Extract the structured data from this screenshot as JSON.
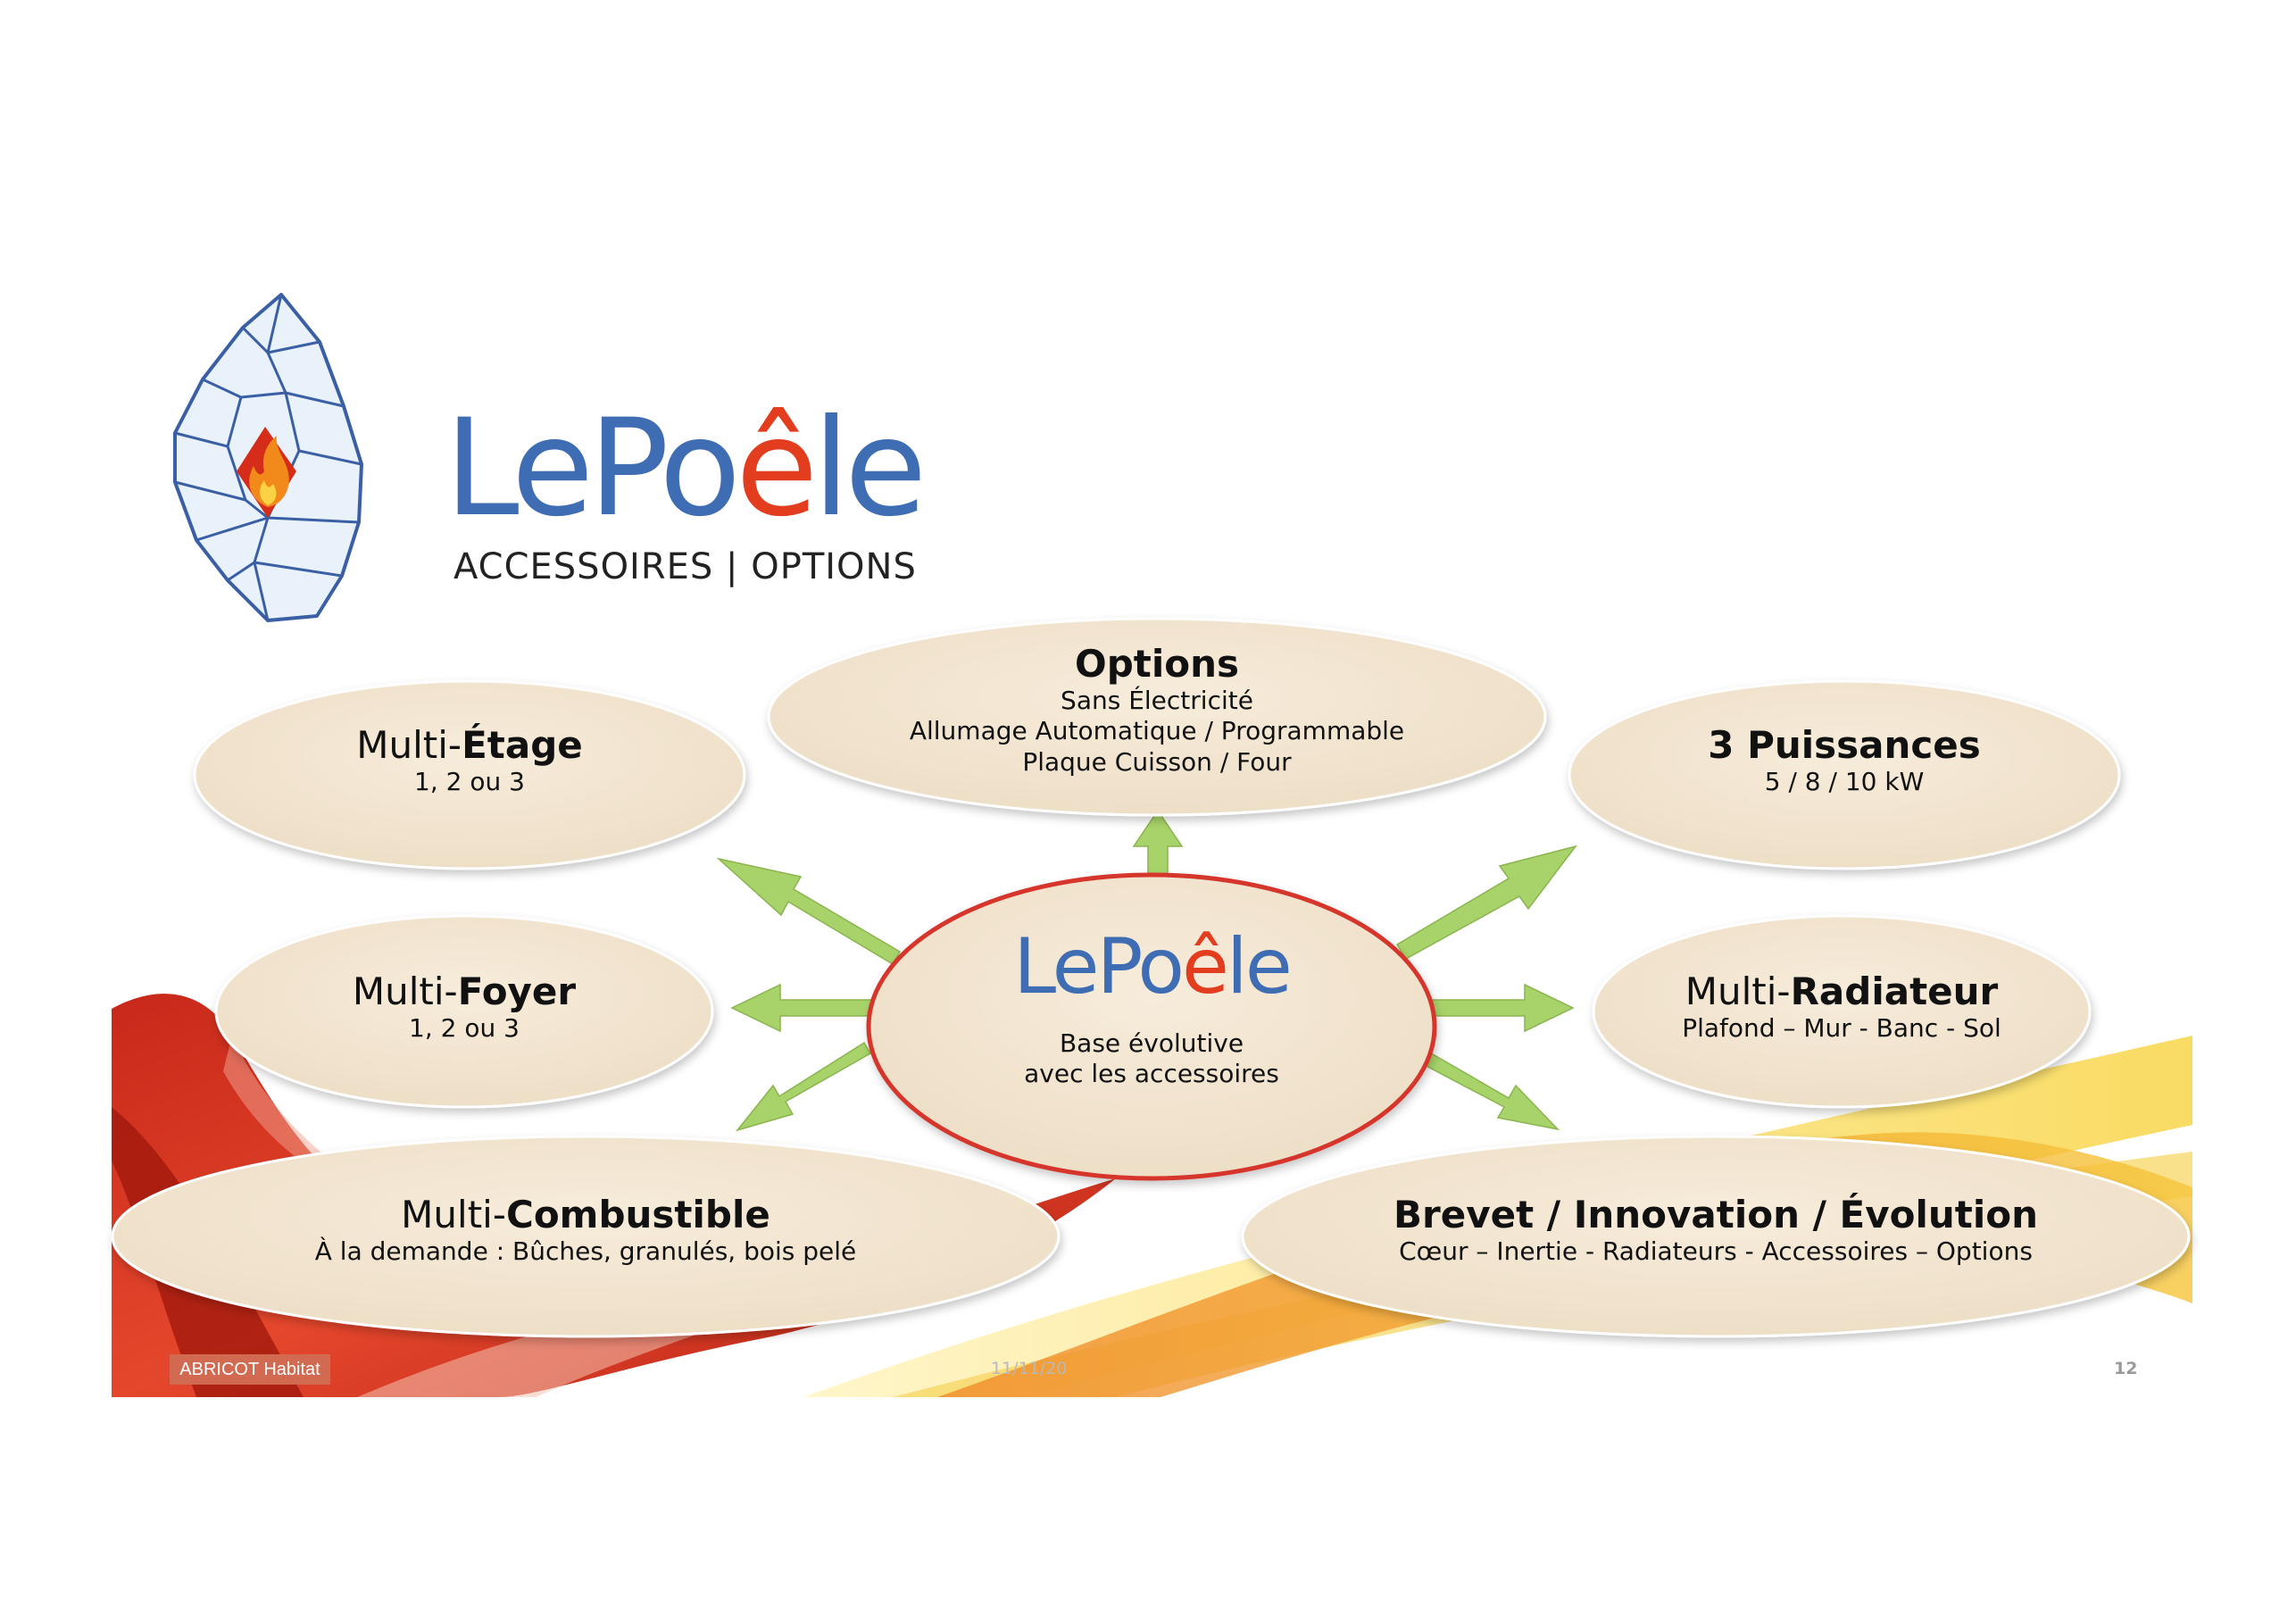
{
  "colors": {
    "brand_blue": "#3f6db3",
    "brand_red": "#e23d1f",
    "bubble_fill": "#f3e6d3",
    "arrow_green": "#a8d36a",
    "center_border": "#d5352b"
  },
  "header": {
    "logo_icon": "crystal-flame-icon",
    "brand_part1": "LePo",
    "brand_accent": "ê",
    "brand_part2": "le",
    "subtitle": "ACCESSOIRES | OPTIONS"
  },
  "diagram": {
    "center": {
      "brand_part1": "LePo",
      "brand_accent": "ê",
      "brand_part2": "le",
      "line1": "Base évolutive",
      "line2": "avec les  accessoires"
    },
    "nodes": {
      "options": {
        "title": "Options",
        "lines": [
          "Sans Électricité",
          "Allumage Automatique / Programmable",
          "Plaque Cuisson / Four"
        ]
      },
      "etage": {
        "prefix": "Multi-",
        "title": "Étage",
        "sub": "1, 2 ou 3"
      },
      "puissances": {
        "title": "3 Puissances",
        "sub": "5 / 8 / 10 kW"
      },
      "foyer": {
        "prefix": "Multi-",
        "title": "Foyer",
        "sub": "1, 2 ou 3"
      },
      "radiateur": {
        "prefix": "Multi-",
        "title": "Radiateur",
        "sub": "Plafond – Mur - Banc - Sol"
      },
      "combustible": {
        "prefix": "Multi-",
        "title": "Combustible",
        "sub": "À la demande : Bûches, granulés, bois pelé"
      },
      "brevet": {
        "title": "Brevet / Innovation / Évolution",
        "sub": "Cœur – Inertie - Radiateurs - Accessoires – Options"
      }
    }
  },
  "footer": {
    "left_label": "ABRICOT Habitat",
    "date": "11/11/20",
    "page": "12"
  }
}
